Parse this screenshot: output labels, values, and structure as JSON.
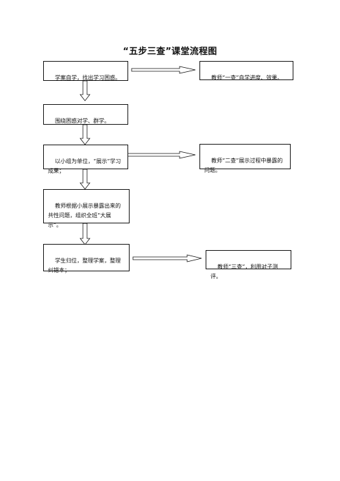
{
  "title": "“五步三查”课堂流程图",
  "steps": [
    {
      "text": "学案自学，找出学习困惑。"
    },
    {
      "text": "围绕困惑对学、群学。"
    },
    {
      "text": "以小组为单位，“展示”学习成果；"
    },
    {
      "text": "教师根据小展示暴露出来的共性问题，组织全班“大展示”。"
    },
    {
      "text": "学生归位，整理学案，整理纠错本；"
    }
  ],
  "checks": [
    {
      "text": "教师“一查”自学进度、效果。"
    },
    {
      "text": "教师“二查”展示过程中暴露的问题。"
    },
    {
      "text": "教师“三查”，利用对子测评。"
    }
  ]
}
